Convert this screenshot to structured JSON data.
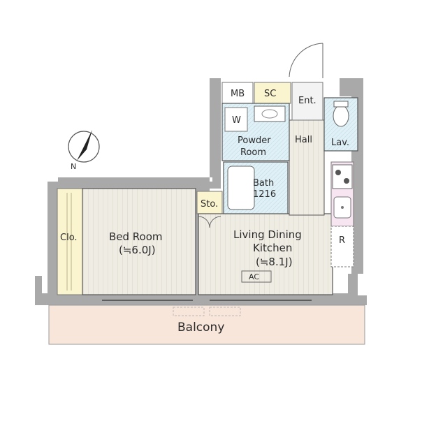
{
  "rooms": {
    "mb": "MB",
    "sc": "SC",
    "entrance": "Ent.",
    "washer": "W",
    "powder_room_line1": "Powder",
    "powder_room_line2": "Room",
    "hall": "Hall",
    "lavatory": "Lav.",
    "bath_line1": "Bath",
    "bath_line2": "1216",
    "storage": "Sto.",
    "closet": "Clo.",
    "bedroom_name": "Bed Room",
    "bedroom_size": "(≒6.0J)",
    "ldk_line1": "Living Dining",
    "ldk_line2": "Kitchen",
    "ldk_size": "(≒8.1J)",
    "refrigerator": "R",
    "aircon": "AC",
    "balcony": "Balcony"
  },
  "compass": {
    "north": "N"
  },
  "colors": {
    "wall": "#a8a8a8",
    "floor": "#eeeae0",
    "wet_area": "#dff0f6",
    "storage": "#fbf5cf",
    "kitchen": "#f5dff0",
    "balcony": "#f8e6da",
    "line": "#555555"
  }
}
